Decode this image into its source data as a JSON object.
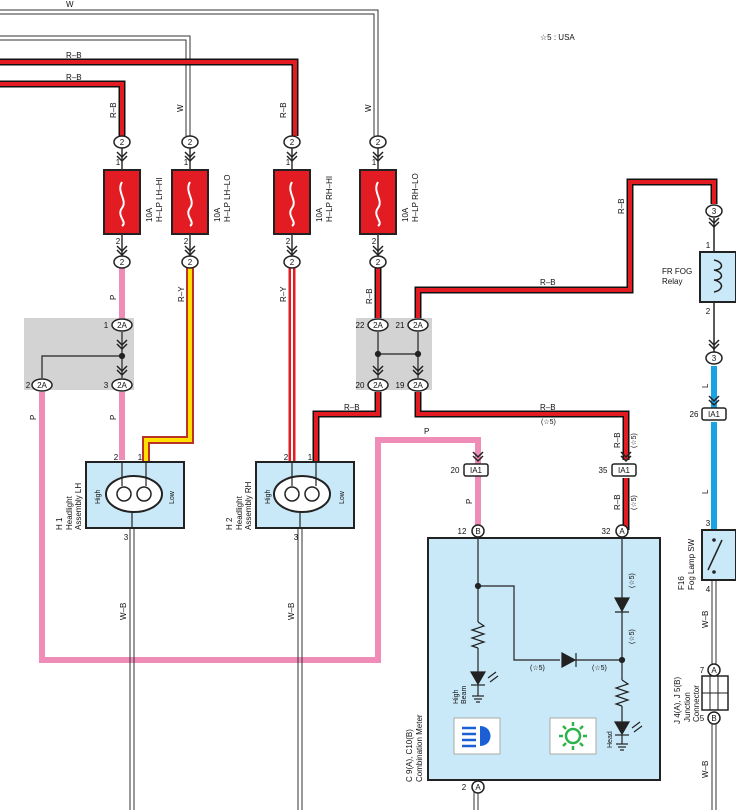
{
  "note": "☆5 : USA",
  "wire_labels": {
    "w_top": "W",
    "rb_top": "R–B",
    "rb_second": "R–B",
    "w_v1": "W",
    "rb_v1": "R–B",
    "rb_v2": "R–B",
    "w_v2": "W",
    "p_left": "P",
    "ry_mid": "R–Y",
    "ry_mid2": "R–Y",
    "rb_jb": "R–B",
    "rb_relay_v": "R–B",
    "rb_relay_h": "R–B",
    "rb_lower1": "R–B",
    "rb_lower2": "R–B",
    "p_bottom": "P",
    "p_left2": "P",
    "p_h1": "P",
    "p_meter": "P",
    "rb_meter": "R–B",
    "l_relay": "L",
    "l_sw": "L",
    "wb_h1": "W–B",
    "wb_h2": "W–B",
    "wb_sw": "W–B",
    "wb_jc": "W–B",
    "star5_a": "(☆5)",
    "star5_b": "(☆5)",
    "star5_c": "(☆5)",
    "star5_d": "(☆5)",
    "star5_e": "(☆5)",
    "star5_f": "(☆5)"
  },
  "fuses": [
    {
      "rating": "10A",
      "name": "H–LP LH–HI"
    },
    {
      "rating": "10A",
      "name": "H–LP LH–LO"
    },
    {
      "rating": "10A",
      "name": "H–LP RH–HI"
    },
    {
      "rating": "10A",
      "name": "H–LP RH–LO"
    }
  ],
  "connectors": {
    "c2": "2",
    "c2a": "2A",
    "c3": "3",
    "ia1": "IA1",
    "b": "B",
    "a": "A"
  },
  "pins": {
    "p1": "1",
    "p2": "2",
    "p3": "3",
    "p4": "4",
    "p5": "5",
    "p7": "7",
    "p12": "12",
    "p19": "19",
    "p20": "20",
    "p21": "21",
    "p22": "22",
    "p26": "26",
    "p32": "32",
    "p35": "35"
  },
  "components": {
    "h1_code": "H 1",
    "h1_name": "Headlight",
    "h1_name2": "Assembly LH",
    "h2_code": "H 2",
    "h2_name": "Headlight",
    "h2_name2": "Assembly RH",
    "high": "High",
    "low": "Low",
    "relay_name": "FR FOG",
    "relay_name2": "Relay",
    "sw_code": "F16",
    "sw_name": "Fog Lamp SW",
    "jc_code": "J 4(A), J 5(B)",
    "jc_name": "Junction",
    "jc_name2": "Connector",
    "meter_code": "C 9(A), C10(B)",
    "meter_name": "Combination Meter",
    "high_beam": "High",
    "high_beam2": "Beam",
    "head": "Head"
  },
  "colors": {
    "red": "#e31b23",
    "pink": "#f08cb8",
    "blue": "#1aa3e3",
    "yellow": "#ffe000",
    "meter_bg": "#c9e9f8",
    "junction": "#d3d3d3",
    "green": "#2db34a"
  }
}
